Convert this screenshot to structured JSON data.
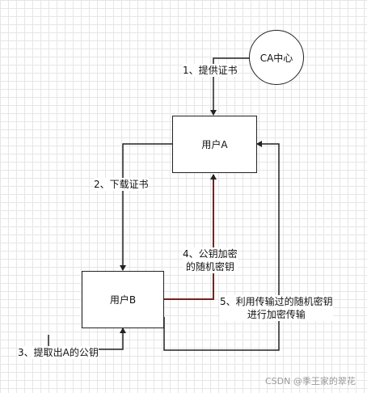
{
  "nodes": {
    "ca_center": "CA中心",
    "user_a": "用户A",
    "user_b": "用户B"
  },
  "edges": {
    "provide_cert": "1、提供证书",
    "download_cert": "2、下载证书",
    "extract_key": "3、提取出A的公钥",
    "encrypt_line1": "4、公钥加密",
    "encrypt_line2": "的随机密钥",
    "transmit_line1": "5、利用传输过的随机密钥",
    "transmit_line2": "进行加密传输"
  },
  "watermark": "CSDN @季王家的翠花",
  "colors": {
    "line": "#222222",
    "highlight": "#8b1a1a"
  }
}
